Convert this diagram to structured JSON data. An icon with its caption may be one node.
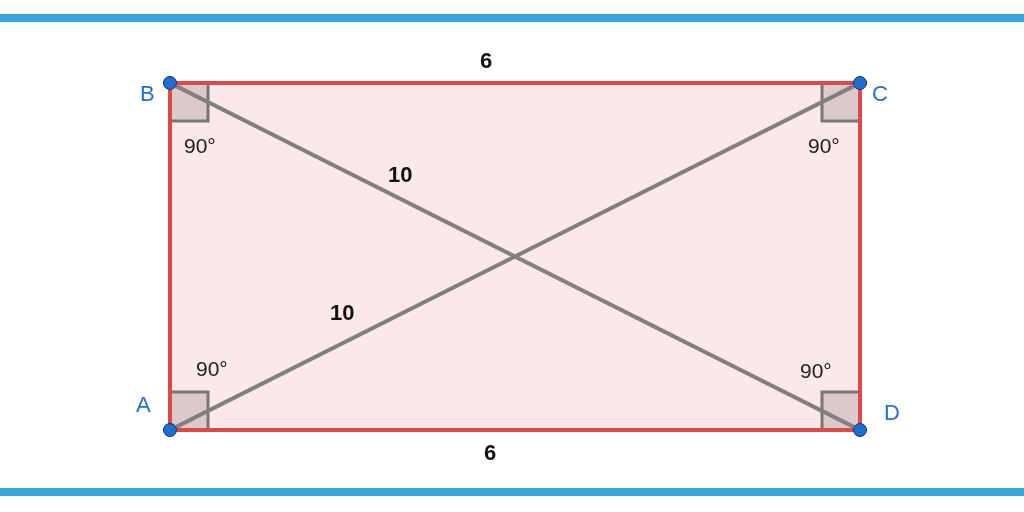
{
  "diagram": {
    "nodes": [
      {
        "text": [],
        "shape": "circle",
        "beside": [
          "B"
        ]
      },
      {
        "text": [],
        "shape": "circle",
        "beside": [
          "C"
        ]
      },
      {
        "text": [],
        "shape": "circle",
        "beside": [
          "A"
        ]
      },
      {
        "text": [],
        "shape": "circle",
        "beside": [
          "D"
        ]
      }
    ],
    "edges": [
      {
        "from": 0,
        "to": 1,
        "arrow": "none",
        "label": "6"
      },
      {
        "from": 0,
        "to": 2,
        "arrow": "none"
      },
      {
        "from": 1,
        "to": 3,
        "arrow": "none"
      },
      {
        "from": 2,
        "to": 3,
        "arrow": "none",
        "label": "6"
      },
      {
        "from": 0,
        "to": 3,
        "arrow": "none",
        "label": "10",
        "color": "#808080"
      },
      {
        "from": 2,
        "to": 1,
        "arrow": "none",
        "label": "10",
        "color": "#808080"
      }
    ],
    "labels": [
      "90°",
      "90°",
      "90°",
      "90°"
    ]
  }
}
